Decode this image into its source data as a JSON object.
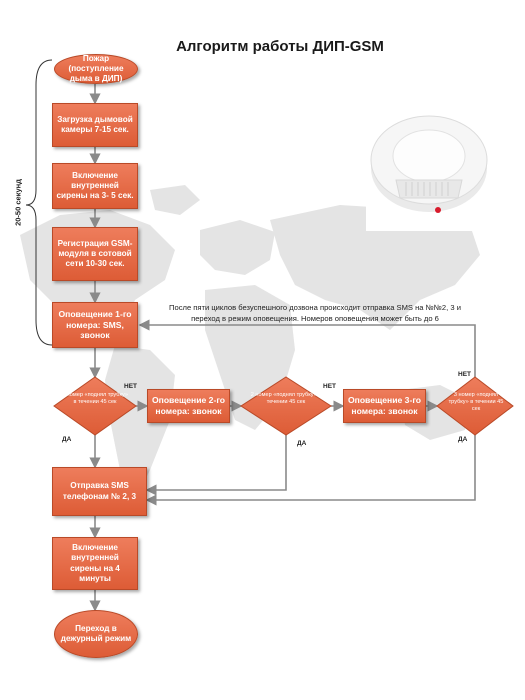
{
  "title": "Алгоритм работы ДИП-GSM",
  "timer_label": "20-50 секунд",
  "note": "После пяти циклов безуспешного дозвона происходит отправка  SMS на №№2, 3 и переход в режим оповещения. Номеров оповещения может быть до  6",
  "steps": {
    "fire": "Пожар (поступление дыма в ДИП)",
    "load": "Загрузка дымовой камеры  7-15 сек.",
    "siren": "Включение внутренней сирены на 3- 5 сек.",
    "gsm": "Регистрация GSM-модуля в сотовой сети 10-30 сек.",
    "notify1": "Оповещение 1-го номера: SMS, звонок",
    "notify2": "Оповещение 2-го номера:  звонок",
    "notify3": "Оповещение 3-го номера: звонок",
    "sms": "Отправка SMS телефонам № 2, 3",
    "siren4": "Включение внутренней сирены на 4 минуты",
    "duty": "Переход в дежурный режим"
  },
  "decisions": {
    "d1": "1 номер «поднял трубку» в течении 45 сек",
    "d2": "2 номер «поднял трубку» в течении 45 сек",
    "d3": "3 номер «поднял трубку» в течении 45 сек"
  },
  "labels": {
    "no": "НЕТ",
    "yes": "ДА"
  },
  "colors": {
    "box": "#e0613b",
    "arrow": "#8a8a8a",
    "map": "#e3e3e3"
  }
}
